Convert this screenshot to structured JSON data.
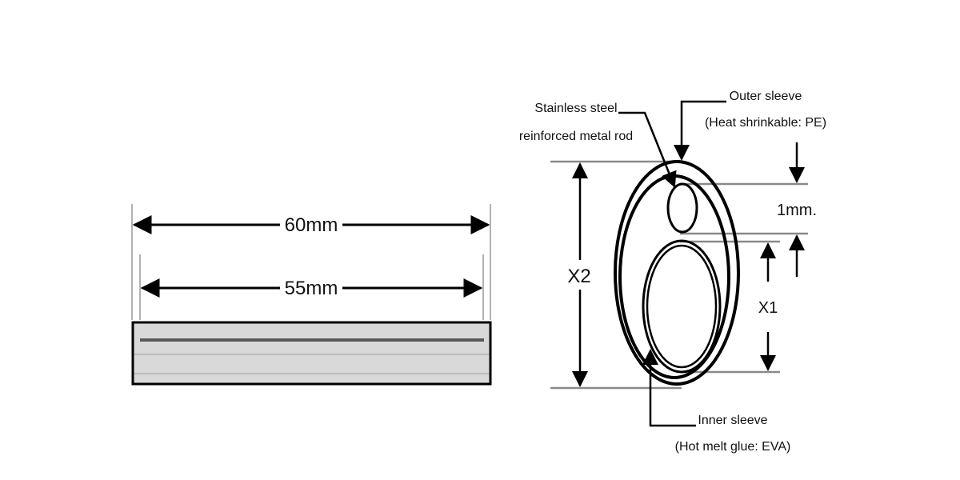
{
  "side_view": {
    "dim_outer": "60mm",
    "dim_inner": "55mm"
  },
  "cross_section": {
    "rod_label": [
      "Stainless steel",
      "reinforced metal rod"
    ],
    "outer_sleeve_label": [
      "Outer sleeve",
      "(Heat shrinkable: PE)"
    ],
    "inner_sleeve_label": [
      "Inner sleeve",
      "(Hot melt glue: EVA)"
    ],
    "gap_dim": "1mm.",
    "x1_dim": "X1",
    "x2_dim": "X2"
  },
  "colors": {
    "line": "#000000",
    "guide": "#8a8a8a",
    "tube_fill": "#d9d9d9",
    "tube_stripe": "#5a5a5a"
  }
}
